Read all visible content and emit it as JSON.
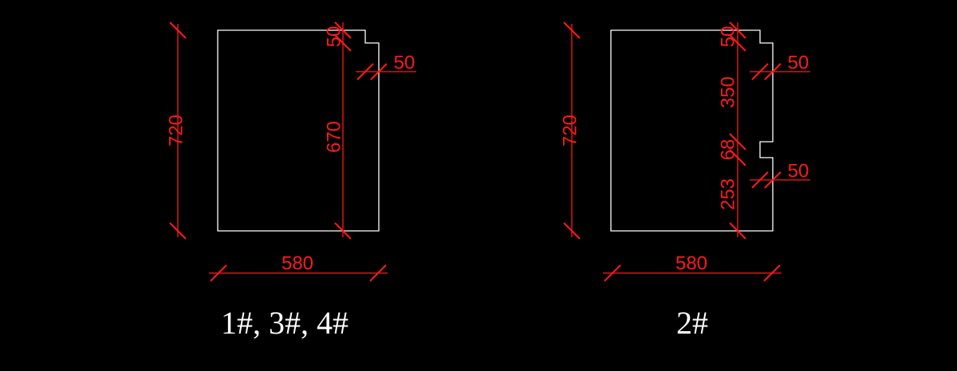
{
  "drawings": [
    {
      "id": "panel-1-3-4",
      "caption": "1#, 3#, 4#",
      "width_label": "580",
      "height_label": "720",
      "notch_height_label": "50",
      "body_height_label": "670",
      "notch_depth_label": "50"
    },
    {
      "id": "panel-2",
      "caption": "2#",
      "width_label": "580",
      "height_label": "720",
      "top_notch_label": "50",
      "upper_body_label": "350",
      "mid_notch_label": "68",
      "lower_body_label": "253",
      "top_notch_depth_label": "50",
      "mid_notch_depth_label": "50"
    }
  ],
  "colors": {
    "background": "#000000",
    "outline": "#ffffff",
    "dimension": "#ff1a1a"
  }
}
